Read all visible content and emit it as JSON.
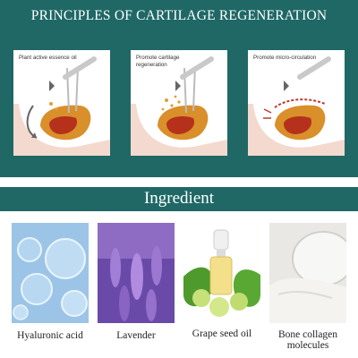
{
  "header": {
    "title": "PRINCIPLES OF CARTILAGE REGENERATION"
  },
  "principles": [
    {
      "label": "Plant active essence oil"
    },
    {
      "label": "Promote cartilage regeneration"
    },
    {
      "label": "Promote micro-circulation"
    }
  ],
  "ingredient": {
    "title": "Ingredient",
    "items": [
      {
        "caption": "Hyaluronic acid"
      },
      {
        "caption": "Lavender"
      },
      {
        "caption": "Grape seed oil"
      },
      {
        "caption": "Bone collagen molecules"
      }
    ]
  },
  "colors": {
    "teal": "#1f6866",
    "bone_orange": "#e0901f",
    "tissue_red": "#b5311c"
  }
}
